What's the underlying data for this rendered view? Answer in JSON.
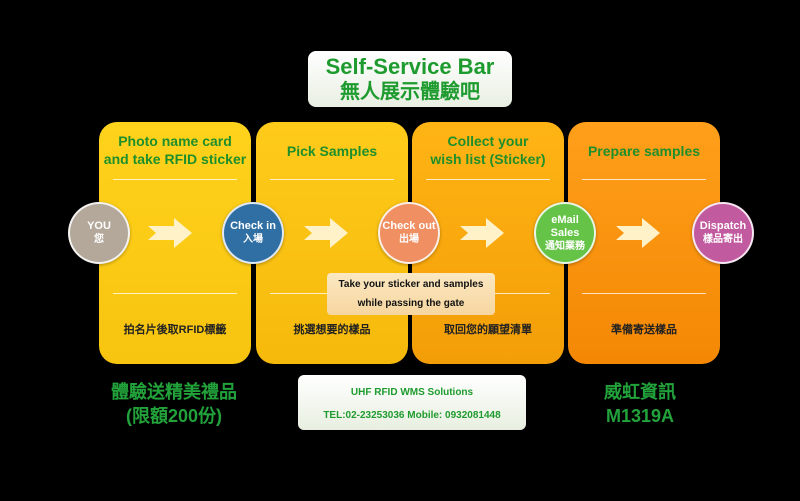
{
  "header": {
    "title_en": "Self-Service Bar",
    "title_zh": "無人展示體驗吧"
  },
  "cards": [
    {
      "heading_1": "Photo name card",
      "heading_2": "and take RFID sticker",
      "footer": "拍名片後取RFID標籤"
    },
    {
      "heading_1": "Pick Samples",
      "heading_2": "",
      "footer": "挑選想要的樣品"
    },
    {
      "heading_1": "Collect your",
      "heading_2": "wish list (Sticker)",
      "footer": "取回您的願望清單"
    },
    {
      "heading_1": "Prepare samples",
      "heading_2": "",
      "footer": "準備寄送樣品"
    }
  ],
  "nodes": [
    {
      "en": "YOU",
      "zh": "您",
      "color": "#b3a89a"
    },
    {
      "en": "Check in",
      "zh": "入場",
      "color": "#2f6fa4"
    },
    {
      "en": "Check out",
      "zh": "出場",
      "color": "#ef8f62"
    },
    {
      "en": "eMail Sales",
      "zh": "通知業務",
      "color": "#65c447"
    },
    {
      "en": "Dispatch",
      "zh": "樣品寄出",
      "color": "#c25aa0"
    }
  ],
  "tip": {
    "line1": "Take your sticker and samples",
    "line2": "while passing the gate"
  },
  "promo": {
    "line1": "體驗送精美禮品",
    "line2": "(限額200份)"
  },
  "contact": {
    "line1": "UHF RFID WMS Solutions",
    "line2": "TEL:02-23253036   Mobile: 0932081448"
  },
  "company": {
    "name": "威虹資訊",
    "booth": "M1319A"
  },
  "colors": {
    "accent_green": "#1e9b2e",
    "arrow": "#fff2c8"
  }
}
